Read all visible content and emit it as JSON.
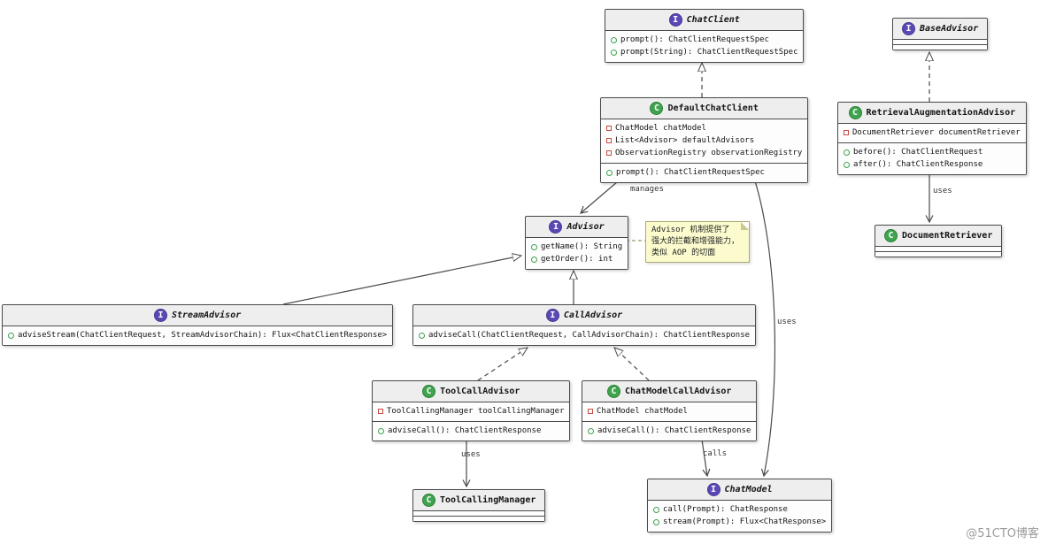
{
  "diagram": {
    "watermark": "@51CTO博客",
    "colors": {
      "interface_spot": "#5B48B7",
      "class_spot": "#3EA44E",
      "field_marker": "#C94A42",
      "method_marker": "#3EA44E",
      "box_header": "#EEEEEE",
      "note_background": "#FBFBCE",
      "edge": "#4A4A4A"
    },
    "note": {
      "lines": [
        "Advisor 机制提供了",
        "强大的拦截和增强能力，",
        "类似 AOP 的切面"
      ]
    },
    "edge_labels": {
      "manages": "manages",
      "uses_chat_model": "uses",
      "uses_document_retriever": "uses",
      "uses_tool_calling_manager": "uses",
      "calls": "calls"
    },
    "classes": {
      "chat_client": {
        "kind": "interface",
        "letter": "I",
        "name": "ChatClient",
        "fields": [],
        "methods": [
          "prompt(): ChatClientRequestSpec",
          "prompt(String): ChatClientRequestSpec"
        ]
      },
      "base_advisor": {
        "kind": "interface",
        "letter": "I",
        "name": "BaseAdvisor",
        "fields": [],
        "methods": []
      },
      "default_chat_client": {
        "kind": "class",
        "letter": "C",
        "name": "DefaultChatClient",
        "fields": [
          "ChatModel chatModel",
          "List<Advisor> defaultAdvisors",
          "ObservationRegistry observationRegistry"
        ],
        "methods": [
          "prompt(): ChatClientRequestSpec"
        ]
      },
      "retrieval_augmentation_advisor": {
        "kind": "class",
        "letter": "C",
        "name": "RetrievalAugmentationAdvisor",
        "fields": [
          "DocumentRetriever documentRetriever"
        ],
        "methods": [
          "before(): ChatClientRequest",
          "after(): ChatClientResponse"
        ]
      },
      "advisor": {
        "kind": "interface",
        "letter": "I",
        "name": "Advisor",
        "fields": [],
        "methods": [
          "getName(): String",
          "getOrder(): int"
        ]
      },
      "stream_advisor": {
        "kind": "interface",
        "letter": "I",
        "name": "StreamAdvisor",
        "fields": [],
        "methods": [
          "adviseStream(ChatClientRequest, StreamAdvisorChain): Flux<ChatClientResponse>"
        ]
      },
      "call_advisor": {
        "kind": "interface",
        "letter": "I",
        "name": "CallAdvisor",
        "fields": [],
        "methods": [
          "adviseCall(ChatClientRequest, CallAdvisorChain): ChatClientResponse"
        ]
      },
      "tool_call_advisor": {
        "kind": "class",
        "letter": "C",
        "name": "ToolCallAdvisor",
        "fields": [
          "ToolCallingManager toolCallingManager"
        ],
        "methods": [
          "adviseCall(): ChatClientResponse"
        ]
      },
      "chat_model_call_advisor": {
        "kind": "class",
        "letter": "C",
        "name": "ChatModelCallAdvisor",
        "fields": [
          "ChatModel chatModel"
        ],
        "methods": [
          "adviseCall(): ChatClientResponse"
        ]
      },
      "tool_calling_manager": {
        "kind": "class",
        "letter": "C",
        "name": "ToolCallingManager",
        "fields": [],
        "methods": []
      },
      "document_retriever": {
        "kind": "class",
        "letter": "C",
        "name": "DocumentRetriever",
        "fields": [],
        "methods": []
      },
      "chat_model": {
        "kind": "interface",
        "letter": "I",
        "name": "ChatModel",
        "fields": [],
        "methods": [
          "call(Prompt): ChatResponse",
          "stream(Prompt): Flux<ChatResponse>"
        ]
      }
    }
  }
}
